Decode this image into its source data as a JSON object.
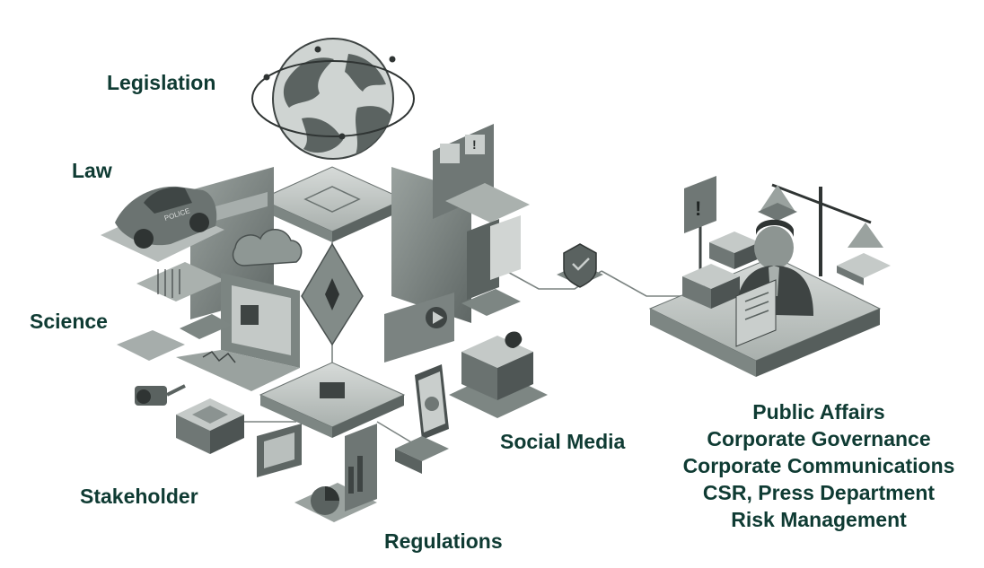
{
  "labels": {
    "legislation": "Legislation",
    "law": "Law",
    "science": "Science",
    "stakeholder": "Stakeholder",
    "regulations": "Regulations",
    "social_media": "Social Media"
  },
  "roles": [
    "Public Affairs",
    "Corporate Governance",
    "Corporate Communications",
    "CSR, Press Department",
    "Risk Management"
  ],
  "police_text": "POLICE",
  "colors": {
    "label_text": "#0f3b33",
    "dark_grey": "#3e4443",
    "mid_grey": "#7e8784",
    "light_grey": "#c9cecc"
  },
  "icons": [
    "globe-icon",
    "police-car-icon",
    "cloud-icon",
    "laptop-icon",
    "contact-card-icon",
    "warning-sign-icon",
    "scales-of-justice-icon",
    "businessman-icon",
    "shield-check-icon",
    "server-stack-icon",
    "smartphone-chart-icon",
    "map-pin-icon",
    "play-button-icon",
    "pie-chart-icon",
    "camera-icon"
  ]
}
